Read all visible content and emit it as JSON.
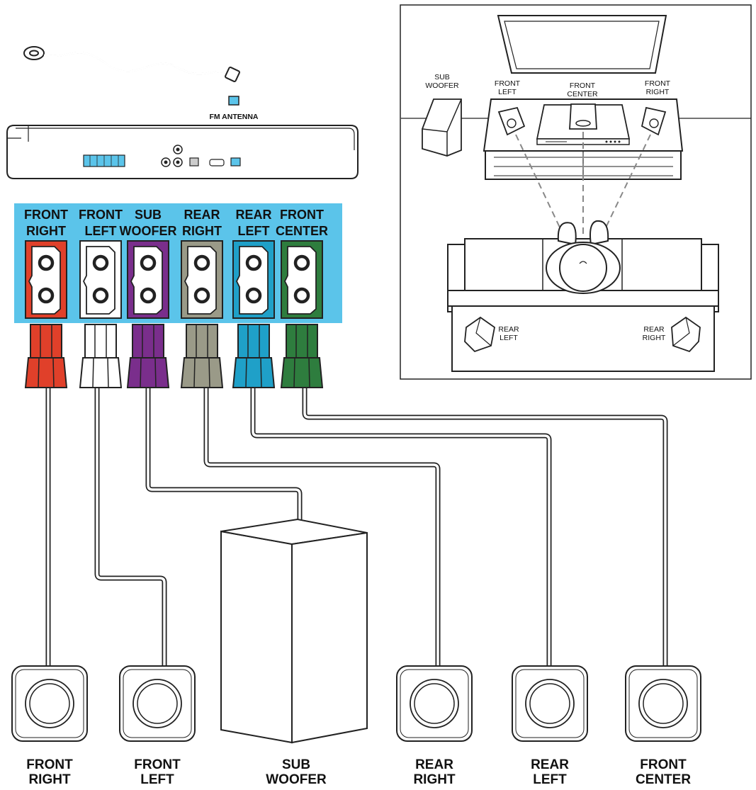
{
  "antenna": {
    "label": "FM ANTENNA"
  },
  "colors": {
    "front_right": "#e0402a",
    "front_left": "#ffffff",
    "subwoofer": "#7a2e8c",
    "rear_right": "#9a9a88",
    "rear_left": "#1fa0c8",
    "front_center": "#2e7d3e",
    "panel": "#5bc4ea",
    "antenna_port": "#5bc4ea"
  },
  "connectors": [
    {
      "id": "front_right",
      "label": [
        "FRONT",
        "RIGHT"
      ],
      "color": "#e0402a"
    },
    {
      "id": "front_left",
      "label": [
        "FRONT",
        "LEFT"
      ],
      "color": "#ffffff"
    },
    {
      "id": "subwoofer",
      "label": [
        "SUB",
        "WOOFER"
      ],
      "color": "#7a2e8c"
    },
    {
      "id": "rear_right",
      "label": [
        "REAR",
        "RIGHT"
      ],
      "color": "#9a9a88"
    },
    {
      "id": "rear_left",
      "label": [
        "REAR",
        "LEFT"
      ],
      "color": "#1fa0c8"
    },
    {
      "id": "front_center",
      "label": [
        "FRONT",
        "CENTER"
      ],
      "color": "#2e7d3e"
    }
  ],
  "speakers": [
    {
      "label": [
        "FRONT",
        "RIGHT"
      ]
    },
    {
      "label": [
        "FRONT",
        "LEFT"
      ]
    },
    {
      "label": [
        "SUB",
        "WOOFER"
      ]
    },
    {
      "label": [
        "REAR",
        "RIGHT"
      ]
    },
    {
      "label": [
        "REAR",
        "LEFT"
      ]
    },
    {
      "label": [
        "FRONT",
        "CENTER"
      ]
    }
  ],
  "room": {
    "subwoofer": [
      "SUB",
      "WOOFER"
    ],
    "front_left": [
      "FRONT",
      "LEFT"
    ],
    "front_center": [
      "FRONT",
      "CENTER"
    ],
    "front_right": [
      "FRONT",
      "RIGHT"
    ],
    "rear_left": [
      "REAR",
      "LEFT"
    ],
    "rear_right": [
      "REAR",
      "RIGHT"
    ]
  }
}
